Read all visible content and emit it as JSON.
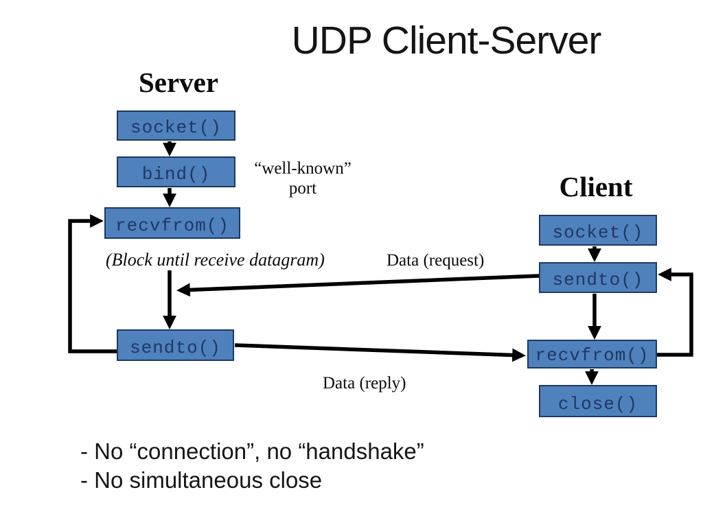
{
  "title": "UDP Client-Server",
  "server": {
    "heading": "Server",
    "boxes": [
      {
        "label": "socket()"
      },
      {
        "label": "bind()"
      },
      {
        "label": "recvfrom()"
      },
      {
        "label": "sendto()"
      }
    ]
  },
  "client": {
    "heading": "Client",
    "boxes": [
      {
        "label": "socket()"
      },
      {
        "label": "sendto()"
      },
      {
        "label": "recvfrom()"
      },
      {
        "label": "close()"
      }
    ]
  },
  "annotations": {
    "well_known_line1": "“well-known”",
    "well_known_line2": "port",
    "block_note": "(Block until receive datagram)",
    "data_request": "Data (request)",
    "data_reply": "Data (reply)"
  },
  "notes": [
    "- No “connection”, no “handshake”",
    "- No simultaneous close"
  ],
  "colors": {
    "box_fill": "#4f81bd",
    "box_border": "#1c3a5f",
    "box_text": "#1f3864",
    "line": "#000000",
    "background": "#ffffff"
  }
}
